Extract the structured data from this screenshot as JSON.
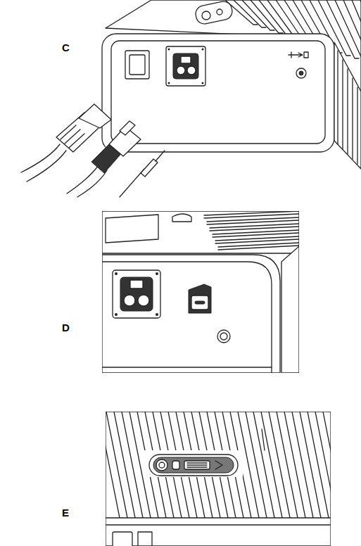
{
  "diagram": {
    "labels": [
      "C",
      "D",
      "E"
    ]
  }
}
